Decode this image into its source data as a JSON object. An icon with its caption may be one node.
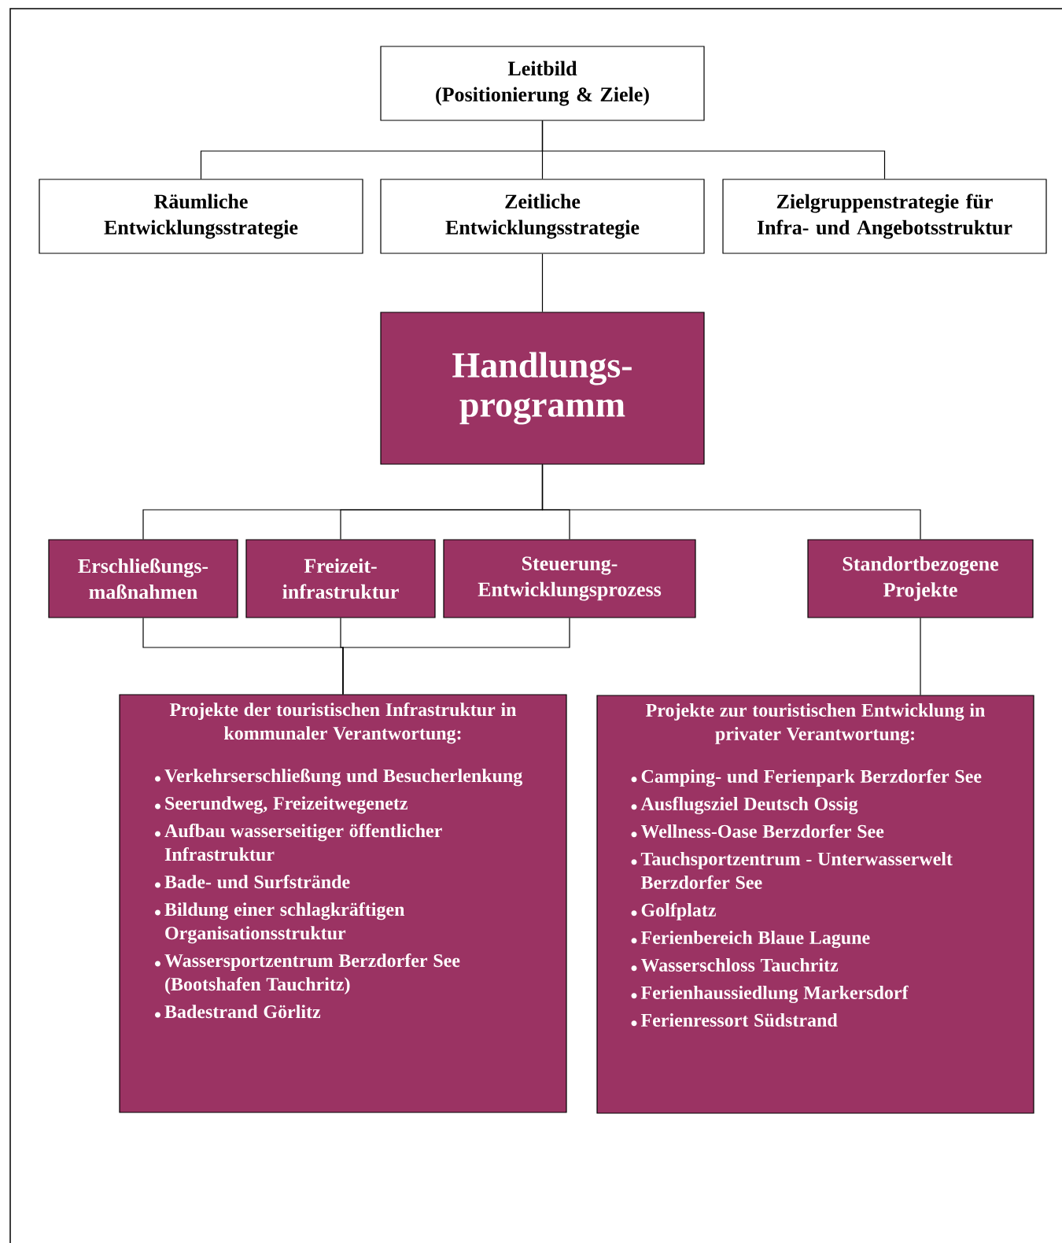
{
  "diagram": {
    "nodes": [
      {
        "text": [
          "Leitbild",
          "(Positionierung & Ziele)"
        ]
      },
      {
        "text": [
          "Räumliche Entwicklungsstrategie"
        ]
      },
      {
        "text": [
          "Zeitliche Entwicklungsstrategie"
        ]
      },
      {
        "text": [
          "Zielgruppenstrategie für Infra- und Angebotsstruktur"
        ]
      },
      {
        "text": [
          "Handlungs- programm"
        ]
      },
      {
        "text": [
          "Erschließungs- maßnahmen"
        ]
      },
      {
        "text": [
          "Freizeit- infrastruktur"
        ]
      },
      {
        "text": [
          "Steuerung- Entwicklungsprozess"
        ]
      },
      {
        "text": [
          "Standortbezogene Projekte"
        ]
      },
      {
        "text": [
          "Projekte der touristischen Infrastruktur in kommunaler Verantwortung:",
          "Verkehrserschließung und Besucherlenkung",
          "Seerundweg, Freizeitwegenetz",
          "Aufbau wasserseitiger öffentlicher Infrastruktur",
          "Bade- und Surfstrände",
          "Bildung einer schlagkräftigen Organisationsstruktur",
          "Wassersportzentrum Berzdorfer See (Bootshafen Tauchritz)",
          "Badestrand Görlitz"
        ]
      },
      {
        "text": [
          "Projekte zur touristischen Entwicklung in privater Verantwortung:",
          "Camping- und Ferienpark Berzdorfer See",
          "Ausflugsziel Deutsch Ossig",
          "Wellness-Oase Berzdorfer See",
          "Tauchsportzentrum - Unterwasserwelt Berzdorfer See",
          "Golfplatz",
          "Ferienbereich Blaue Lagune",
          "Wasserschloss Tauchritz",
          "Ferienhaussiedlung Markersdorf",
          "Ferienressort Südstrand"
        ]
      }
    ],
    "edges": [
      {
        "from": 0,
        "to": 1,
        "arrow": "none"
      },
      {
        "from": 0,
        "to": 2,
        "arrow": "none"
      },
      {
        "from": 0,
        "to": 3,
        "arrow": "none"
      },
      {
        "from": 2,
        "to": 4,
        "arrow": "none"
      },
      {
        "from": 4,
        "to": 5,
        "arrow": "none"
      },
      {
        "from": 4,
        "to": 6,
        "arrow": "none"
      },
      {
        "from": 4,
        "to": 7,
        "arrow": "none"
      },
      {
        "from": 4,
        "to": 8,
        "arrow": "none"
      },
      {
        "from": 5,
        "to": 9,
        "arrow": "none"
      },
      {
        "from": 6,
        "to": 9,
        "arrow": "none"
      },
      {
        "from": 7,
        "to": 9,
        "arrow": "none"
      },
      {
        "from": 8,
        "to": 10,
        "arrow": "none"
      }
    ]
  }
}
